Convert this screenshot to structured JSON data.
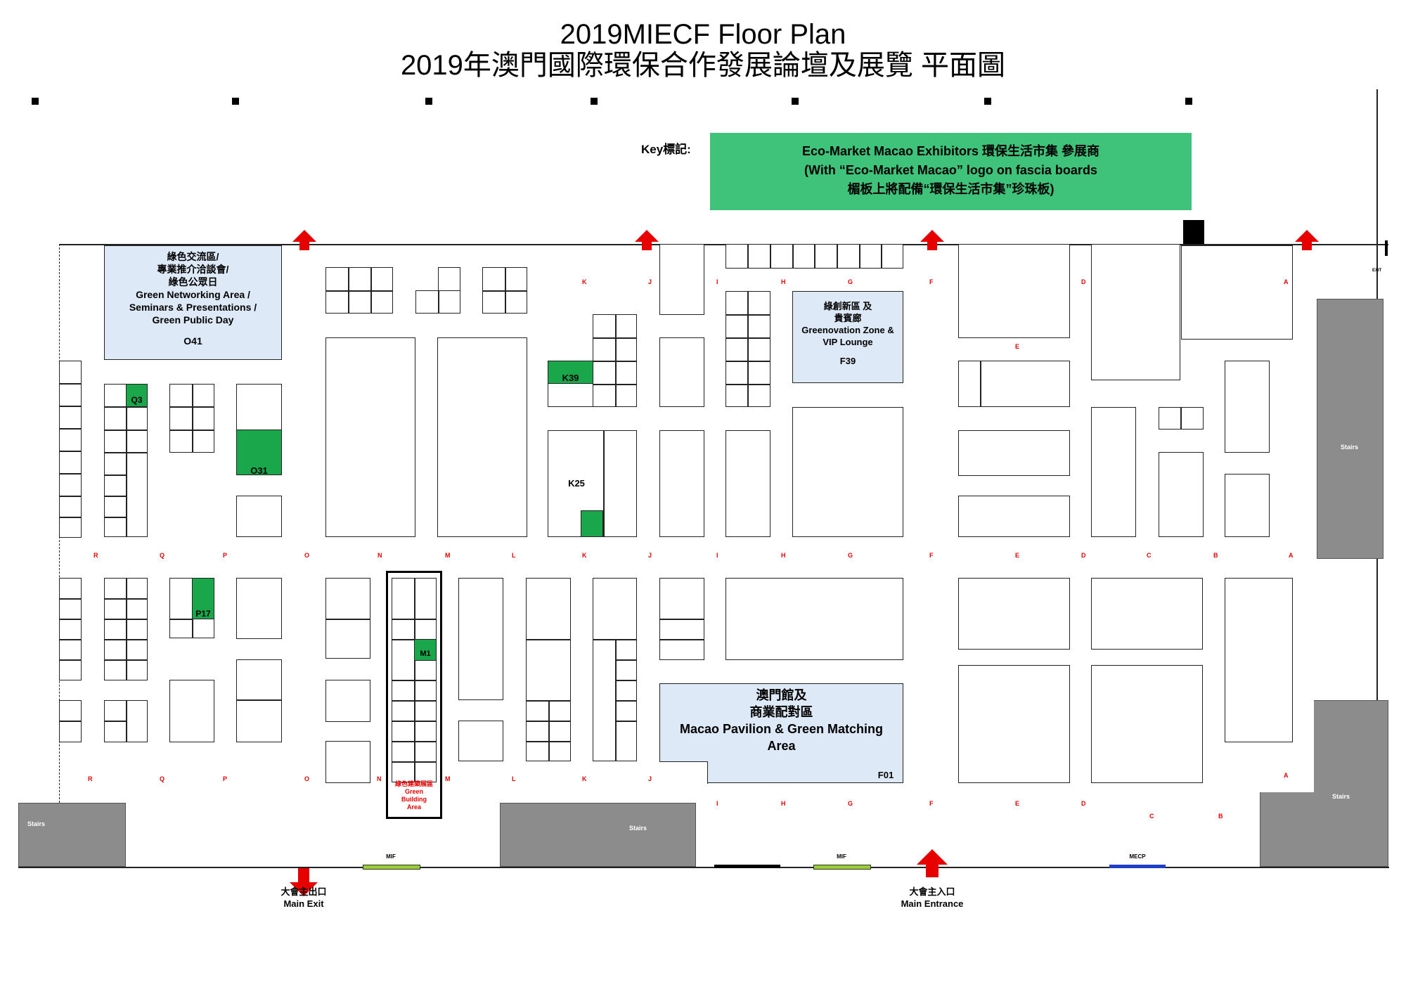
{
  "header": {
    "title_en": "2019MIECF Floor Plan",
    "title_zh": "2019年澳門國際環保合作發展論壇及展覽 平面圖"
  },
  "key": {
    "label": "Key標記:",
    "line1": "Eco-Market Macao Exhibitors 環保生活市集 參展商",
    "line2": "(With “Eco-Market Macao” logo on fascia boards",
    "line3": "楣板上將配備“環保生活市集”珍珠板)",
    "color": "#3fc27a"
  },
  "zones": {
    "o41": {
      "zh1": "綠色交流區/",
      "zh2": "專業推介洽談會/",
      "zh3": "綠色公眾日",
      "en1": "Green Networking Area /",
      "en2": "Seminars & Presentations /",
      "en3": "Green Public Day",
      "code": "O41"
    },
    "f39": {
      "zh1": "綠創新區 及",
      "zh2": "貴賓廊",
      "en1": "Greenovation Zone &",
      "en2": "VIP Lounge",
      "code": "F39"
    },
    "f01": {
      "zh1": "澳門館及",
      "zh2": "商業配對區",
      "en1": "Macao Pavilion & Green Matching",
      "en2": "Area",
      "code": "F01"
    },
    "green_building": {
      "zh": "綠色建築展區",
      "en1": "Green",
      "en2": "Building",
      "en3": "Area"
    }
  },
  "eco_booths": [
    "Q3",
    "O31",
    "K39",
    "K25",
    "P17",
    "M1"
  ],
  "aisles": {
    "top": [
      "K",
      "J",
      "I",
      "H",
      "G",
      "F",
      "D",
      "A"
    ],
    "mid": [
      "R",
      "Q",
      "P",
      "O",
      "N",
      "M",
      "L",
      "K",
      "J",
      "I",
      "H",
      "G",
      "F",
      "E",
      "D",
      "C",
      "B",
      "A"
    ],
    "lower": [
      "R",
      "Q",
      "P",
      "O",
      "N",
      "M",
      "L",
      "K",
      "J",
      "A"
    ],
    "bottom": [
      "I",
      "H",
      "G",
      "F",
      "E",
      "D",
      "C",
      "B"
    ],
    "e_top": "E"
  },
  "stairs_label": "Stairs",
  "exit_label": "EXIT",
  "doors": {
    "mif": "MIF",
    "mecp": "MECP"
  },
  "exits": {
    "main_exit_zh": "大會主出口",
    "main_exit_en": "Main Exit",
    "main_entrance_zh": "大會主入口",
    "main_entrance_en": "Main Entrance"
  }
}
